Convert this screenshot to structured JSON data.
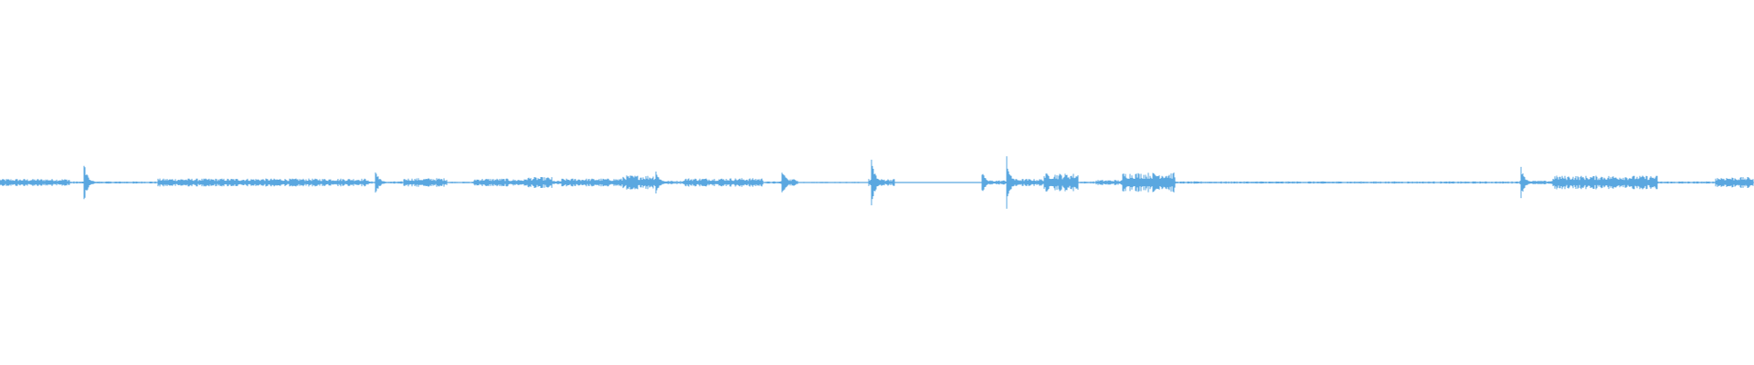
{
  "waveform": {
    "color": "#5aa7e0",
    "background": "#ffffff",
    "duration_fraction_segments": [
      {
        "from": 0.0,
        "to": 0.04,
        "level": 0.02
      },
      {
        "from": 0.04,
        "to": 0.09,
        "level": 0.006
      },
      {
        "from": 0.09,
        "to": 0.21,
        "level": 0.022
      },
      {
        "from": 0.21,
        "to": 0.23,
        "level": 0.006
      },
      {
        "from": 0.23,
        "to": 0.255,
        "level": 0.024
      },
      {
        "from": 0.255,
        "to": 0.27,
        "level": 0.005
      },
      {
        "from": 0.27,
        "to": 0.29,
        "level": 0.022
      },
      {
        "from": 0.29,
        "to": 0.3,
        "level": 0.018
      },
      {
        "from": 0.3,
        "to": 0.315,
        "level": 0.03
      },
      {
        "from": 0.315,
        "to": 0.32,
        "level": 0.01
      },
      {
        "from": 0.32,
        "to": 0.355,
        "level": 0.022
      },
      {
        "from": 0.355,
        "to": 0.375,
        "level": 0.04
      },
      {
        "from": 0.375,
        "to": 0.39,
        "level": 0.01
      },
      {
        "from": 0.39,
        "to": 0.435,
        "level": 0.024
      },
      {
        "from": 0.435,
        "to": 0.445,
        "level": 0.006
      },
      {
        "from": 0.445,
        "to": 0.455,
        "level": 0.02
      },
      {
        "from": 0.455,
        "to": 0.495,
        "level": 0.004
      },
      {
        "from": 0.495,
        "to": 0.51,
        "level": 0.02
      },
      {
        "from": 0.51,
        "to": 0.56,
        "level": 0.002
      },
      {
        "from": 0.56,
        "to": 0.575,
        "level": 0.012
      },
      {
        "from": 0.575,
        "to": 0.595,
        "level": 0.02
      },
      {
        "from": 0.595,
        "to": 0.615,
        "level": 0.05
      },
      {
        "from": 0.615,
        "to": 0.625,
        "level": 0.006
      },
      {
        "from": 0.625,
        "to": 0.64,
        "level": 0.014
      },
      {
        "from": 0.64,
        "to": 0.67,
        "level": 0.055
      },
      {
        "from": 0.67,
        "to": 0.865,
        "level": 0.006
      },
      {
        "from": 0.865,
        "to": 0.885,
        "level": 0.01
      },
      {
        "from": 0.885,
        "to": 0.945,
        "level": 0.038
      },
      {
        "from": 0.945,
        "to": 0.978,
        "level": 0.006
      },
      {
        "from": 0.978,
        "to": 1.0,
        "level": 0.03
      }
    ],
    "transients": [
      {
        "at": 0.048,
        "level": 0.11
      },
      {
        "at": 0.214,
        "level": 0.075
      },
      {
        "at": 0.374,
        "level": 0.07
      },
      {
        "at": 0.446,
        "level": 0.09
      },
      {
        "at": 0.497,
        "level": 0.14
      },
      {
        "at": 0.56,
        "level": 0.07
      },
      {
        "at": 0.574,
        "level": 0.15
      },
      {
        "at": 0.867,
        "level": 0.09
      }
    ]
  }
}
